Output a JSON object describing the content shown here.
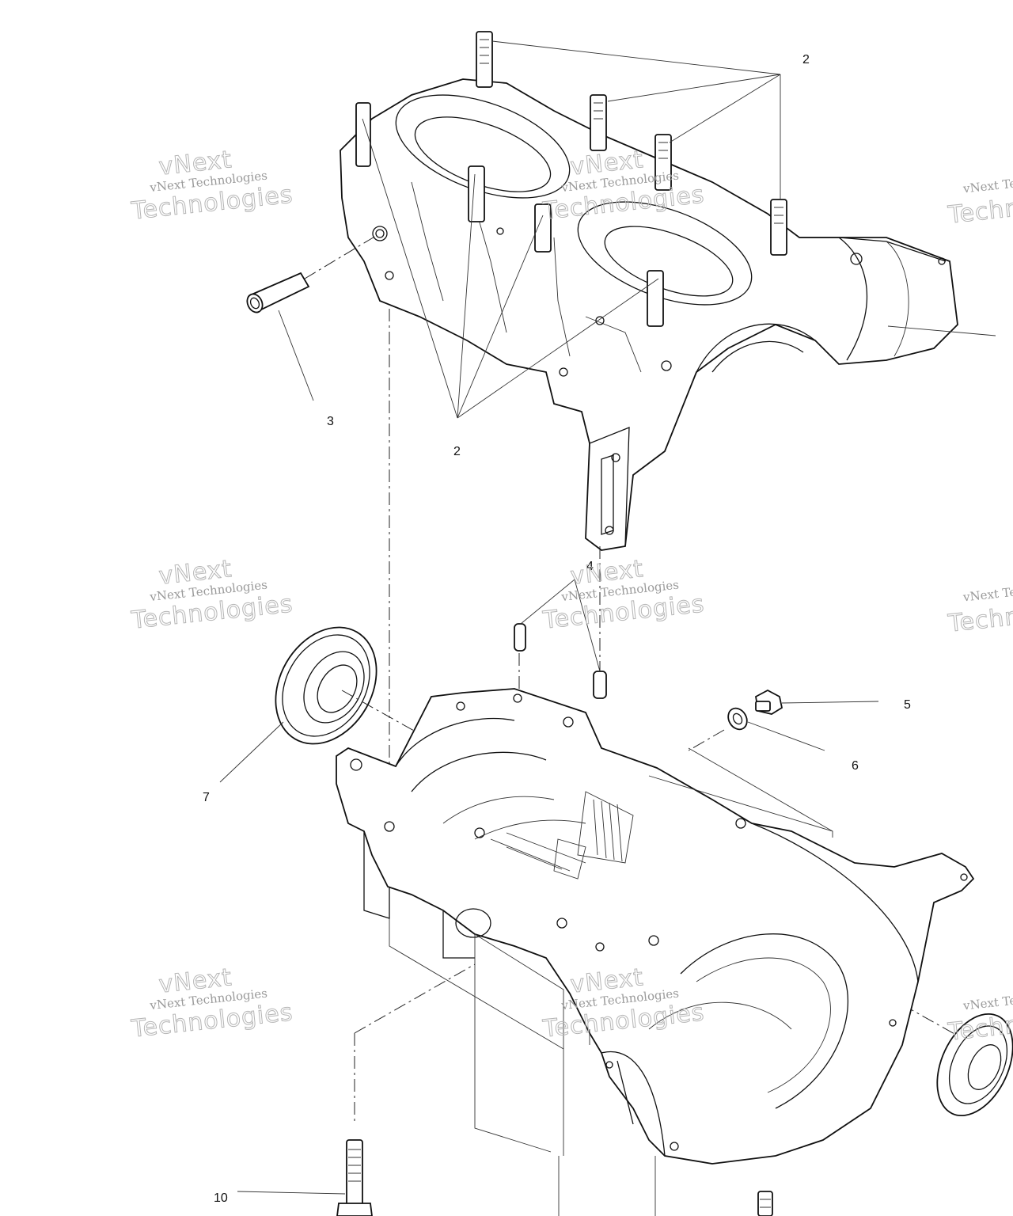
{
  "callouts": {
    "c2_top": "2",
    "c2_bottom": "2",
    "c3": "3",
    "c4": "4",
    "c5": "5",
    "c6": "6",
    "c7": "7",
    "c10": "10"
  },
  "watermark": {
    "line1": "vNext Technologies",
    "line2": "Technologies",
    "line3": "vNext",
    "partial1": "vNext Te",
    "partial2": "Techn"
  },
  "colors": {
    "ink": "#111111",
    "watermark": "#9a9a9a",
    "background": "#ffffff"
  }
}
